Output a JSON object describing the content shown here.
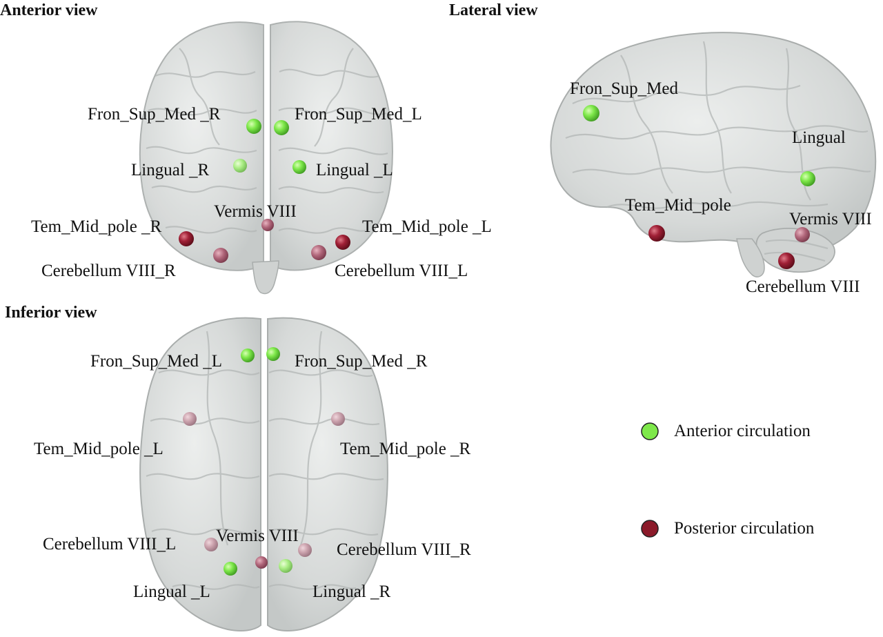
{
  "views": {
    "anterior": {
      "title": "Anterior view",
      "labels": {
        "fron_r": "Fron_Sup_Med _R",
        "fron_l": "Fron_Sup_Med_L",
        "lingual_r": "Lingual _R",
        "lingual_l": "Lingual _L",
        "vermis": "Vermis VIII",
        "tem_r": "Tem_Mid_pole _R",
        "tem_l": "Tem_Mid_pole _L",
        "cer_r": "Cerebellum VIII_R",
        "cer_l": "Cerebellum VIII_L"
      }
    },
    "lateral": {
      "title": "Lateral view",
      "labels": {
        "fron": "Fron_Sup_Med",
        "lingual": "Lingual",
        "tem": "Tem_Mid_pole",
        "vermis": "Vermis VIII",
        "cer": "Cerebellum VIII"
      }
    },
    "inferior": {
      "title": "Inferior view",
      "labels": {
        "fron_l": "Fron_Sup_Med _L",
        "fron_r": "Fron_Sup_Med _R",
        "tem_l": "Tem_Mid_pole _L",
        "tem_r": "Tem_Mid_pole _R",
        "cer_l": "Cerebellum VIII_L",
        "vermis": "Vermis VIII",
        "cer_r": "Cerebellum VIII_R",
        "lingual_l": "Lingual _L",
        "lingual_r": "Lingual _R"
      }
    }
  },
  "legend": {
    "anterior": "Anterior circulation",
    "posterior": "Posterior circulation"
  },
  "colors": {
    "anterior": "#7ee84a",
    "posterior": "#8b1a2a",
    "brain_fill": "#d9dcdb",
    "brain_stroke": "#a9adac"
  }
}
